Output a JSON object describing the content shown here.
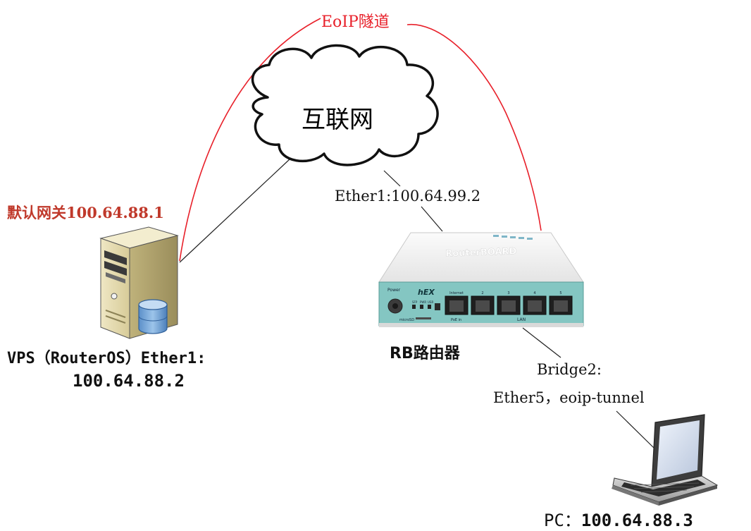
{
  "tunnel": {
    "label": "EoIP隧道",
    "color": "#e8202a"
  },
  "internet": {
    "label": "互联网"
  },
  "router": {
    "wan_label": "Ether1:100.64.99.2",
    "name": "RB路由器",
    "front_brand": "hEX",
    "top_brand": "RouterBOARD",
    "port_labels": [
      "Internet",
      "2",
      "3",
      "4",
      "5"
    ],
    "lan_label": "LAN",
    "power_label": "Power",
    "led_labels": [
      "SFP",
      "PWR",
      "USR"
    ],
    "poe_label": "PoE in",
    "microsd_label": "microSD"
  },
  "vps": {
    "gateway_label": "默认网关100.64.88.1",
    "label_line1": "VPS（RouterOS）Ether1:",
    "label_line2": "100.64.88.2",
    "gateway_color": "#c0392b"
  },
  "bridge": {
    "label_line1": "Bridge2:",
    "label_line2": "Ether5，eoip-tunnel"
  },
  "pc": {
    "prefix": "PC：",
    "ip": "100.64.88.3"
  }
}
